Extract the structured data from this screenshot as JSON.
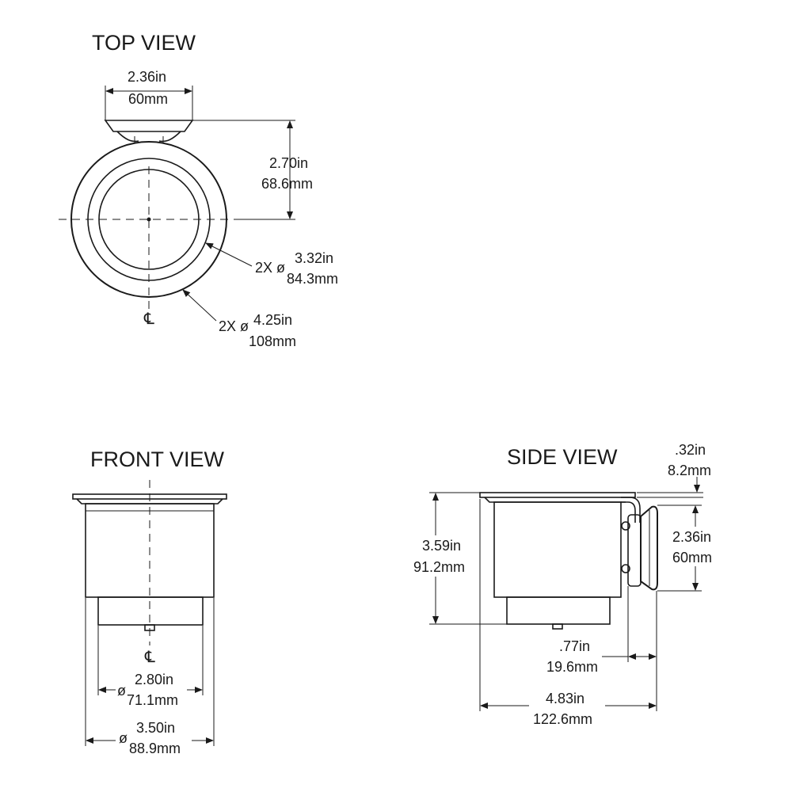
{
  "colors": {
    "ink": "#1a1a1a",
    "background": "#ffffff"
  },
  "views": {
    "top": {
      "title": "TOP VIEW",
      "width_in": "2.36in",
      "width_mm": "60mm",
      "offset_in": "2.70in",
      "offset_mm": "68.6mm",
      "inner_prefix": "2X ø",
      "inner_in": "3.32in",
      "inner_mm": "84.3mm",
      "outer_prefix": "2X ø",
      "outer_in": "4.25in",
      "outer_mm": "108mm",
      "centerline": "℄"
    },
    "front": {
      "title": "FRONT VIEW",
      "centerline": "℄",
      "small_prefix": "ø",
      "small_in": "2.80in",
      "small_mm": "71.1mm",
      "large_prefix": "ø",
      "large_in": "3.50in",
      "large_mm": "88.9mm"
    },
    "side": {
      "title": "SIDE VIEW",
      "flange_in": ".32in",
      "flange_mm": "8.2mm",
      "height_in": "3.59in",
      "height_mm": "91.2mm",
      "bracket_in": "2.36in",
      "bracket_mm": "60mm",
      "offset_in": ".77in",
      "offset_mm": "19.6mm",
      "depth_in": "4.83in",
      "depth_mm": "122.6mm"
    }
  }
}
